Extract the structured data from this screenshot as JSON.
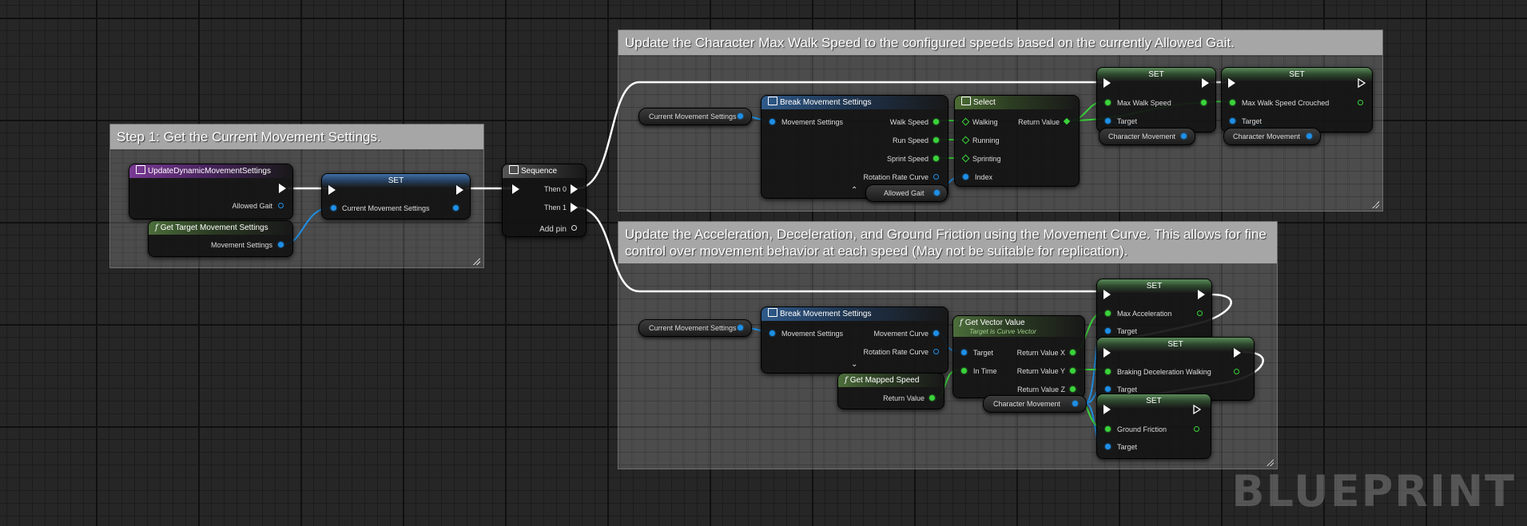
{
  "comments": {
    "step1": "Step 1: Get the Current Movement Settings.",
    "top": "Update the Character Max Walk Speed to the configured speeds based on the currently Allowed Gait.",
    "bottom": "Update the Acceleration, Deceleration, and Ground Friction using the Movement Curve. This allows for fine control over movement behavior at each speed (May not be suitable for replication)."
  },
  "nodes": {
    "event": {
      "title": "UpdateDynamicMovementSettings",
      "pin_allowed_gait": "Allowed Gait"
    },
    "get_target": {
      "title": "Get Target Movement Settings",
      "pin_out": "Movement Settings"
    },
    "set1": {
      "title": "SET",
      "pin_in": "Current Movement Settings"
    },
    "sequence": {
      "title": "Sequence",
      "then0": "Then 0",
      "then1": "Then 1",
      "add_pin": "Add pin"
    },
    "var_cms_top": "Current Movement Settings",
    "break_top": {
      "title": "Break Movement Settings",
      "pin_in": "Movement Settings",
      "walk": "Walk Speed",
      "run": "Run Speed",
      "sprint": "Sprint Speed",
      "rot": "Rotation Rate Curve"
    },
    "var_allowed_gait": "Allowed Gait",
    "select": {
      "title": "Select",
      "walking": "Walking",
      "running": "Running",
      "sprinting": "Sprinting",
      "index": "Index",
      "ret": "Return Value"
    },
    "set_mws": {
      "title": "SET",
      "pin": "Max Walk Speed",
      "target": "Target"
    },
    "set_mwsc": {
      "title": "SET",
      "pin": "Max Walk Speed Crouched",
      "target": "Target"
    },
    "var_cm_a": "Character Movement",
    "var_cm_b": "Character Movement",
    "var_cms_bot": "Current Movement Settings",
    "break_bot": {
      "title": "Break Movement Settings",
      "pin_in": "Movement Settings",
      "curve": "Movement Curve",
      "rot": "Rotation Rate Curve"
    },
    "get_vec": {
      "title": "Get Vector Value",
      "subtitle": "Target is Curve Vector",
      "target": "Target",
      "intime": "In Time",
      "rx": "Return Value X",
      "ry": "Return Value Y",
      "rz": "Return Value Z"
    },
    "mapped": {
      "title": "Get Mapped Speed",
      "ret": "Return Value"
    },
    "var_cm_c": "Character Movement",
    "set_acc": {
      "title": "SET",
      "pin": "Max Acceleration",
      "target": "Target"
    },
    "set_brk": {
      "title": "SET",
      "pin": "Braking Deceleration Walking",
      "target": "Target"
    },
    "set_fric": {
      "title": "SET",
      "pin": "Ground Friction",
      "target": "Target"
    }
  },
  "watermark": "BLUEPRINT",
  "colors": {
    "exec": "#ffffff",
    "struct": "#1e8fe6",
    "float": "#3ad33a",
    "object": "#1e8fe6"
  }
}
